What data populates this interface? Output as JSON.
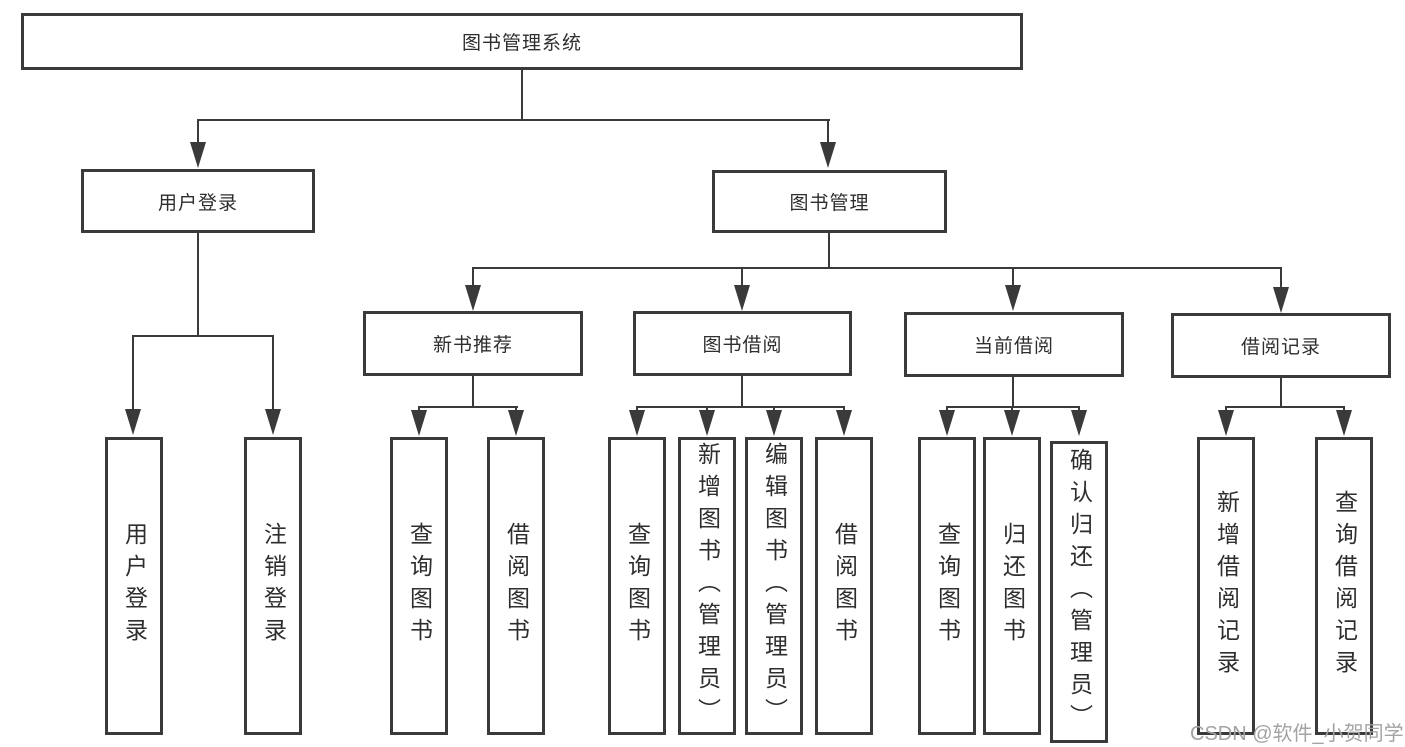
{
  "diagram": {
    "root": {
      "label": "图书管理系统"
    },
    "branches": [
      {
        "label": "用户登录",
        "leaves": [
          "用户登录",
          "注销登录"
        ]
      },
      {
        "label": "图书管理",
        "sections": [
          {
            "label": "新书推荐",
            "leaves": [
              "查询图书",
              "借阅图书"
            ]
          },
          {
            "label": "图书借阅",
            "leaves": [
              "查询图书",
              "新增图书（管理员）",
              "编辑图书（管理员）",
              "借阅图书"
            ]
          },
          {
            "label": "当前借阅",
            "leaves": [
              "查询图书",
              "归还图书",
              "确认归还（管理员）"
            ]
          },
          {
            "label": "借阅记录",
            "leaves": [
              "新增借阅记录",
              "查询借阅记录"
            ]
          }
        ]
      }
    ]
  },
  "watermark": {
    "text": "CSDN @软件_小贺同学"
  },
  "colors": {
    "line": "#3a3a3a",
    "text": "#2e2e2e",
    "watermark": "#a3a3a3",
    "background": "#ffffff"
  }
}
